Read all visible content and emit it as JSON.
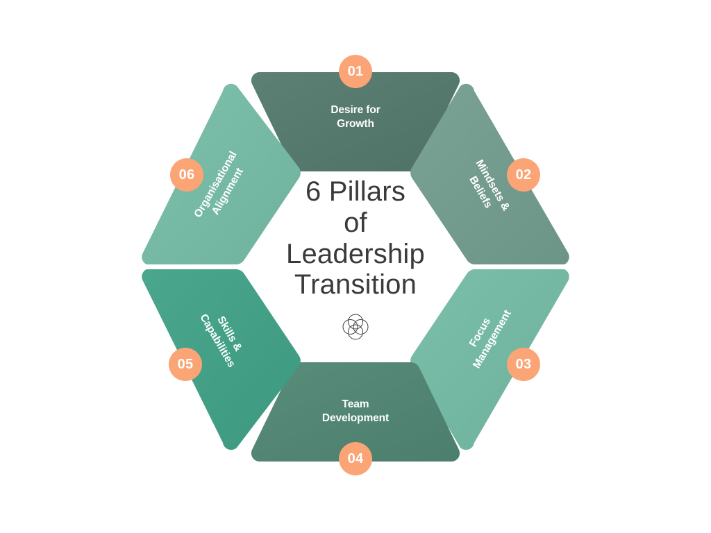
{
  "diagram": {
    "type": "hexagon-cycle",
    "center": {
      "title": "6 Pillars\nof\nLeadership\nTransition",
      "logo_icon": "rosette-logo-icon",
      "background_color": "#ffffff",
      "text_color": "#3a3a3a"
    },
    "badge_color": "#fba476",
    "badge_text_color": "#ffffff",
    "background_color": "#ffffff",
    "segments": [
      {
        "number": "01",
        "label": "Desire for\nGrowth",
        "color": "#5c8073",
        "position": "top",
        "label_rotation": 0
      },
      {
        "number": "02",
        "label": "Mindsets &\nBeliefs",
        "color": "#7aa295",
        "position": "top-right",
        "label_rotation": 60
      },
      {
        "number": "03",
        "label": "Focus\nManagement",
        "color": "#7bbfab",
        "position": "bottom-right",
        "label_rotation": -60
      },
      {
        "number": "04",
        "label": "Team\nDevelopment",
        "color": "#5a8c7b",
        "position": "bottom",
        "label_rotation": 0
      },
      {
        "number": "05",
        "label": "Skills &\nCapabilities",
        "color": "#4aa68c",
        "position": "bottom-left",
        "label_rotation": 60
      },
      {
        "number": "06",
        "label": "Organisational\nAlignment",
        "color": "#7dc0ac",
        "position": "top-left",
        "label_rotation": -60
      }
    ]
  }
}
